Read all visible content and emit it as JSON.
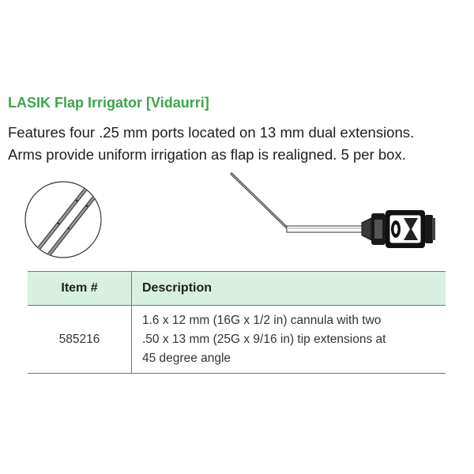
{
  "product": {
    "title": "LASIK Flap Irrigator [Vidaurri]",
    "description_lines": [
      "Features four .25 mm ports located on 13 mm dual extensions.",
      "Arms provide uniform irrigation as flap is realigned. 5 per box."
    ],
    "brand_color": "#3aa64a"
  },
  "illustrations": {
    "detail": "irrigator-tips-detail-icon",
    "device": "irrigator-cannula-icon"
  },
  "table": {
    "headers": {
      "item": "Item #",
      "description": "Description"
    },
    "header_bg": "#d7f0df",
    "rows": [
      {
        "item": "585216",
        "description_lines": [
          "1.6 x 12 mm (16G x 1/2 in) cannula with two",
          ".50 x 13 mm (25G x 9/16 in) tip extensions at",
          "45 degree angle"
        ]
      }
    ]
  }
}
